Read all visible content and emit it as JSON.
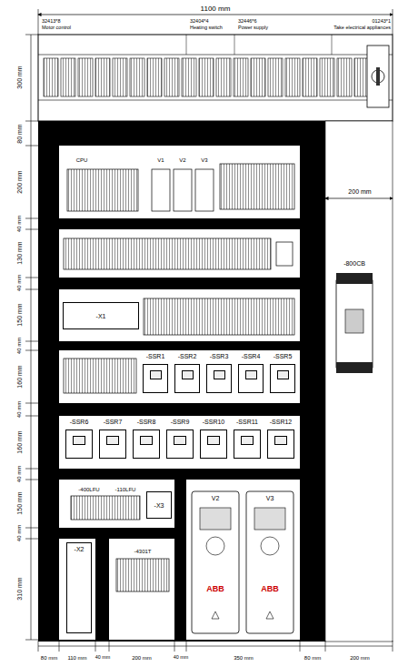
{
  "diagram": {
    "nodes": [
      {
        "text": [
          "-SSR1"
        ]
      },
      {
        "text": [
          "-SSR2"
        ]
      },
      {
        "text": [
          "-SSR3"
        ]
      },
      {
        "text": [
          "-SSR4"
        ]
      },
      {
        "text": [
          "-SSR5"
        ]
      },
      {
        "text": [
          "-SSR6"
        ]
      },
      {
        "text": [
          "-SSR7"
        ]
      },
      {
        "text": [
          "-SSR8"
        ]
      },
      {
        "text": [
          "-SSR9"
        ]
      },
      {
        "text": [
          "-SSR10"
        ]
      },
      {
        "text": [
          "-SSR11"
        ]
      },
      {
        "text": [
          "-SSR12"
        ]
      },
      {
        "text": [
          "-X1"
        ]
      },
      {
        "text": [
          "-X3"
        ]
      },
      {
        "text": [
          "-X2"
        ]
      },
      {
        "text": [
          "V2",
          "ABB"
        ]
      },
      {
        "text": [
          "V3",
          "ABB"
        ]
      },
      {
        "text": [
          "-800CB"
        ]
      }
    ],
    "labels": [
      "1100 mm",
      "32413*8",
      "Motor control",
      "32404*4",
      "Heating switch",
      "32446*6",
      "Power supply",
      "01243*1",
      "Take electrical appliances",
      "CPU",
      "V1",
      "V2",
      "V3",
      "-400LFU",
      "-110LFU",
      "-4301T",
      "300 mm",
      "80 mm",
      "200 mm",
      "40 mm",
      "130 mm",
      "40 mm",
      "150 mm",
      "40 mm",
      "160 mm",
      "40 mm",
      "160 mm",
      "40 mm",
      "150 mm",
      "40 mm",
      "310 mm",
      "200 mm",
      "80 mm",
      "110 mm",
      "40 mm",
      "200 mm",
      "40 mm",
      "350 mm",
      "80 mm",
      "200 mm"
    ]
  }
}
